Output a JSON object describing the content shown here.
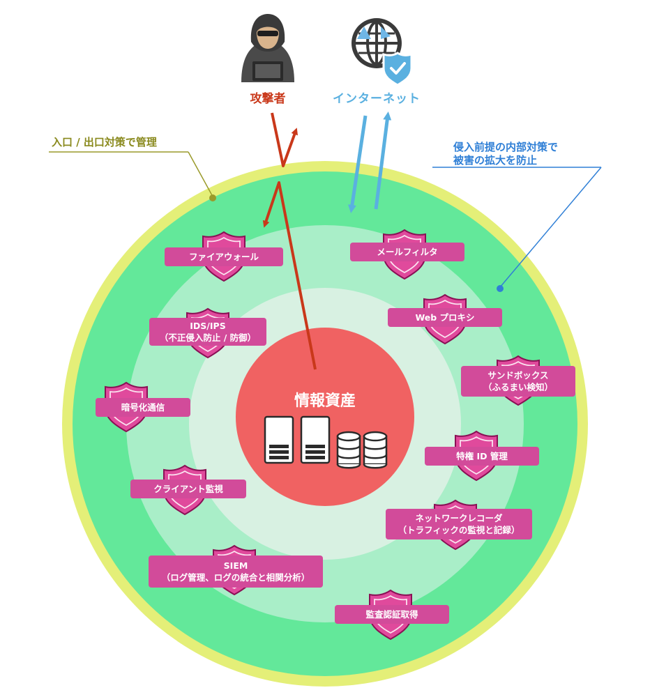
{
  "attacker": {
    "label": "攻撃者",
    "icon": "hooded-hacker-icon"
  },
  "internet": {
    "label": "インターネット",
    "icon": "globe-shield-icon"
  },
  "notes": {
    "perimeter": "入口 / 出口対策で管理",
    "internal_line1": "侵入前提の内部対策で",
    "internal_line2": "被害の拡大を防止"
  },
  "core": {
    "label": "情報資産",
    "icons": [
      "server-icon",
      "server-icon",
      "database-icon",
      "database-icon"
    ]
  },
  "defenses": [
    {
      "id": "firewall",
      "lines": [
        "ファイアウォール"
      ]
    },
    {
      "id": "mail-filter",
      "lines": [
        "メールフィルタ"
      ]
    },
    {
      "id": "ids-ips",
      "lines": [
        "IDS/IPS",
        "（不正侵入防止 / 防御）"
      ]
    },
    {
      "id": "web-proxy",
      "lines": [
        "Web プロキシ"
      ]
    },
    {
      "id": "sandbox",
      "lines": [
        "サンドボックス",
        "（ふるまい検知）"
      ]
    },
    {
      "id": "encryption",
      "lines": [
        "暗号化通信"
      ]
    },
    {
      "id": "privileged-id",
      "lines": [
        "特権 ID 管理"
      ]
    },
    {
      "id": "client-monitor",
      "lines": [
        "クライアント監視"
      ]
    },
    {
      "id": "network-recorder",
      "lines": [
        "ネットワークレコーダ",
        "（トラフィックの監視と記録）"
      ]
    },
    {
      "id": "siem",
      "lines": [
        "SIEM",
        "（ログ管理、ログの統合と相関分析）"
      ]
    },
    {
      "id": "audit-cert",
      "lines": [
        "監査認証取得"
      ]
    }
  ],
  "colors": {
    "outer_ring": "#e4ef78",
    "zone_outer": "#63e89a",
    "zone_middle": "#a9eec8",
    "zone_inner": "#d8f1e2",
    "core": "#f06262",
    "attack_path": "#c9381a",
    "internet_arrows": "#5ab0e0",
    "label_fill": "#d24b9a",
    "shield": "#e04a9c",
    "perimeter_note": "#8a8a1e",
    "internal_note": "#2f7fd6"
  }
}
